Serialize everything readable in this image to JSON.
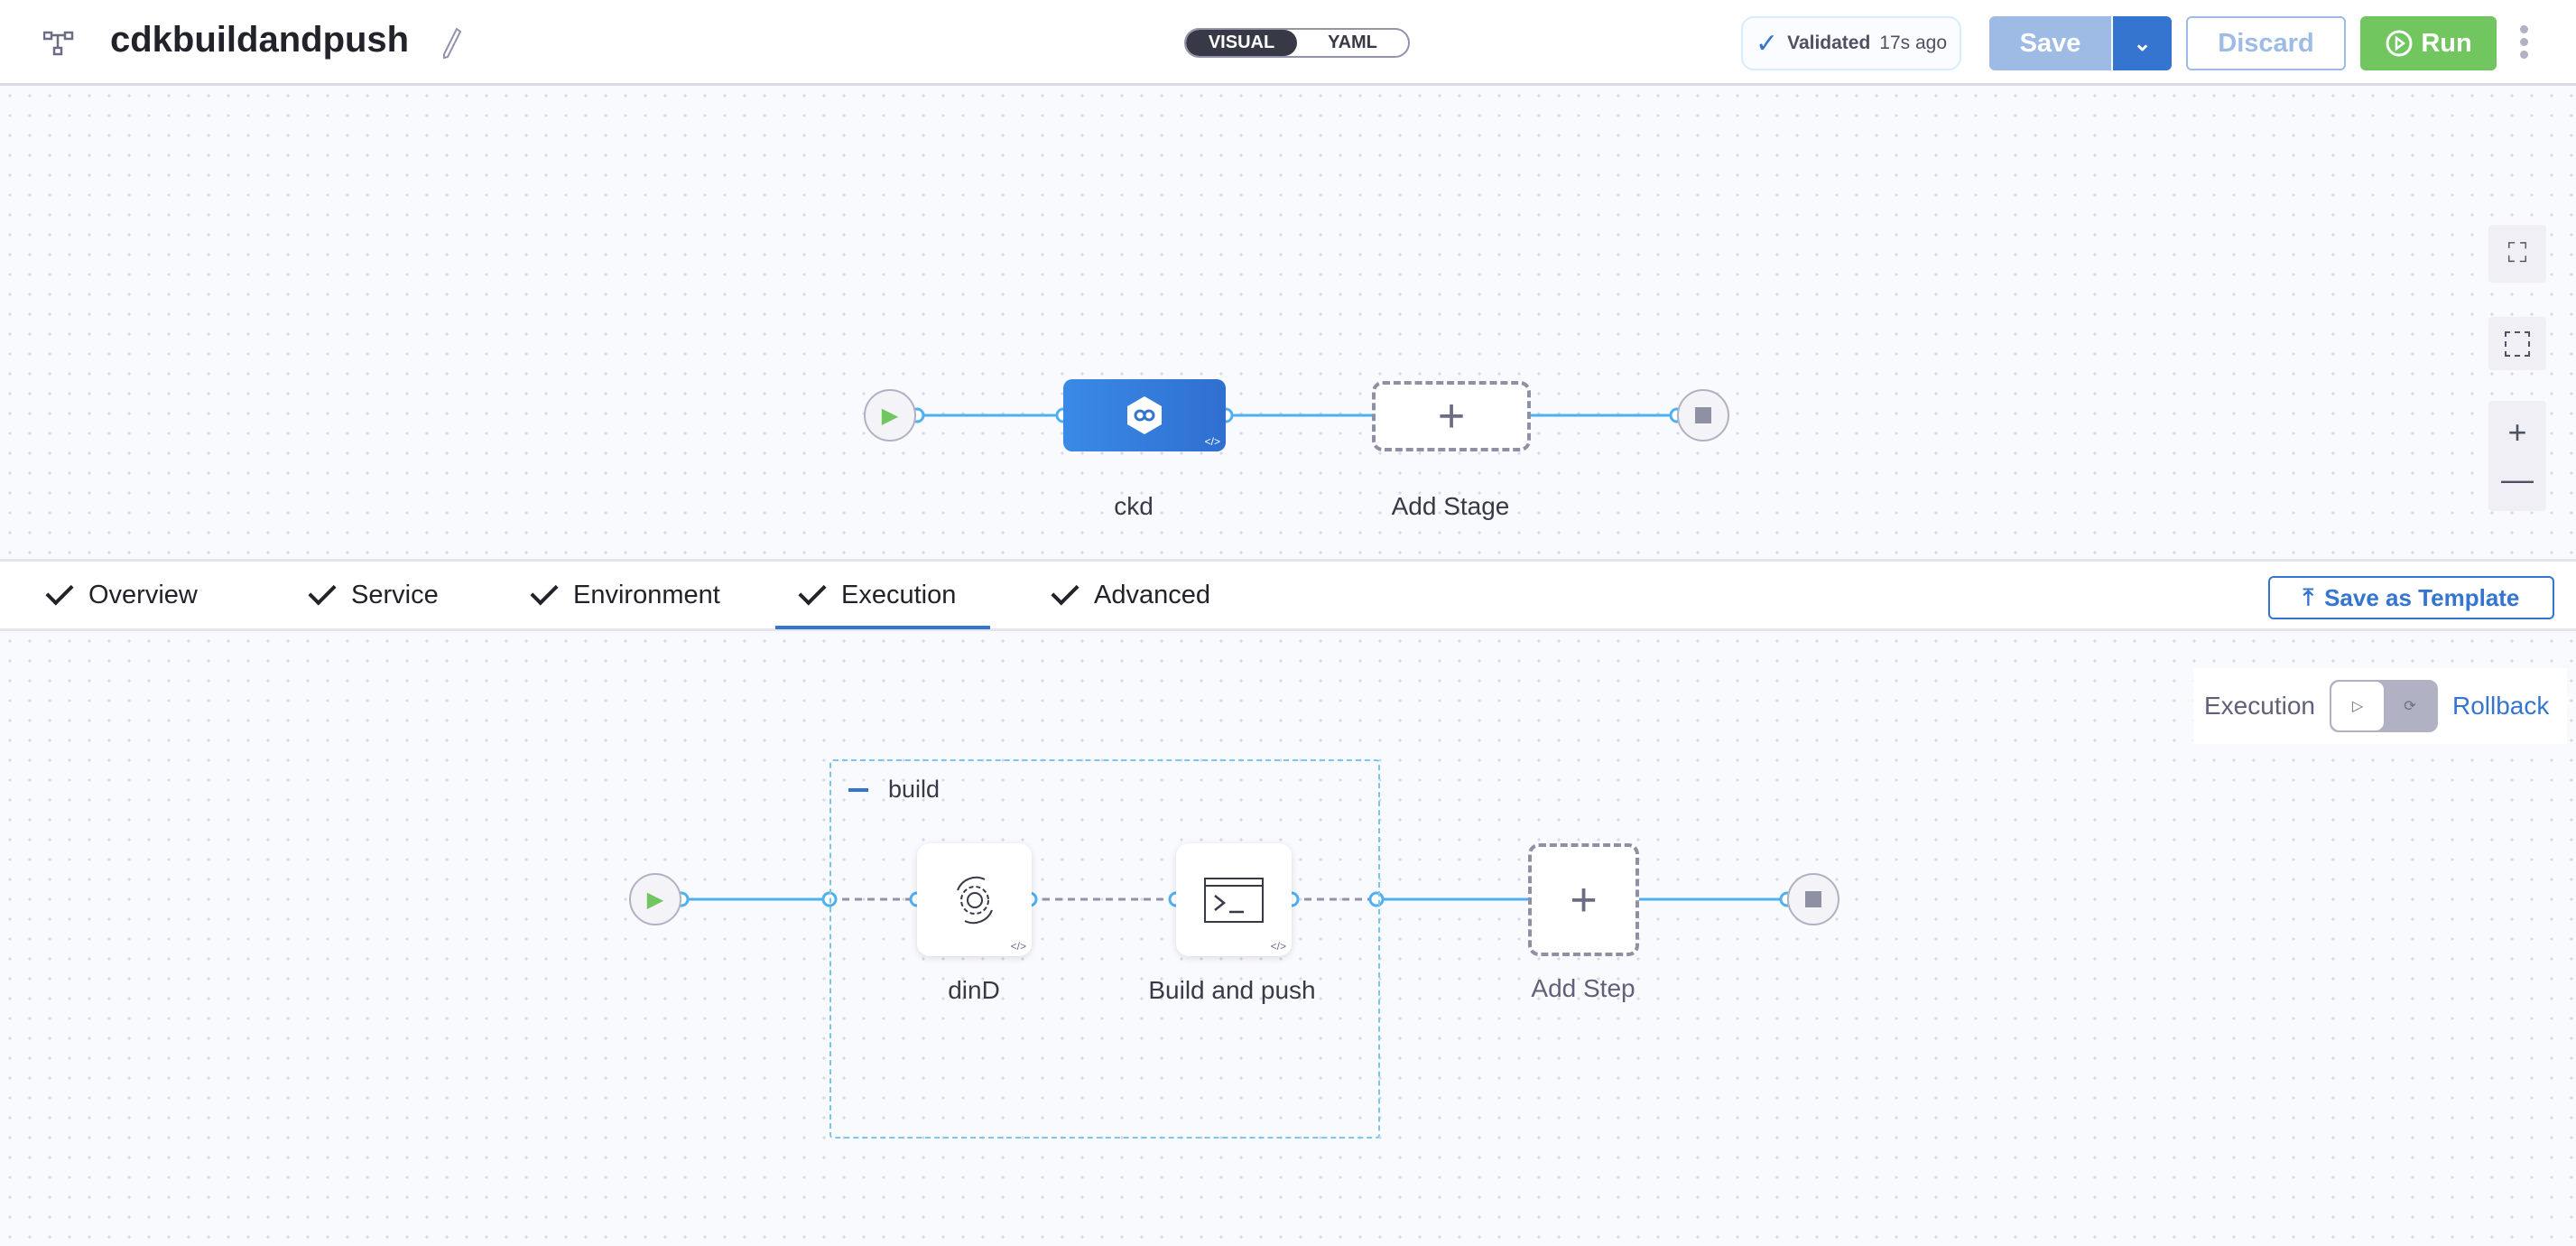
{
  "header": {
    "pipeline_name": "cdkbuildandpush",
    "view_modes": [
      "VISUAL",
      "YAML"
    ],
    "active_view": "VISUAL",
    "validated_label": "Validated",
    "validated_time": "17s ago",
    "save_label": "Save",
    "discard_label": "Discard",
    "run_label": "Run"
  },
  "stage_graph": {
    "stages": [
      {
        "name": "ckd"
      }
    ],
    "add_stage_label": "Add Stage"
  },
  "tabs": {
    "items": [
      {
        "label": "Overview"
      },
      {
        "label": "Service"
      },
      {
        "label": "Environment"
      },
      {
        "label": "Execution"
      },
      {
        "label": "Advanced"
      }
    ],
    "active": "Execution",
    "save_template_label": "Save as Template"
  },
  "execution": {
    "toggle_left_label": "Execution",
    "toggle_right_label": "Rollback",
    "group_name": "build",
    "steps": [
      {
        "name": "dinD"
      },
      {
        "name": "Build and push"
      }
    ],
    "add_step_label": "Add Step"
  },
  "colors": {
    "primary": "#3575d0",
    "run": "#72c660",
    "link_line": "#4fb0f0"
  }
}
